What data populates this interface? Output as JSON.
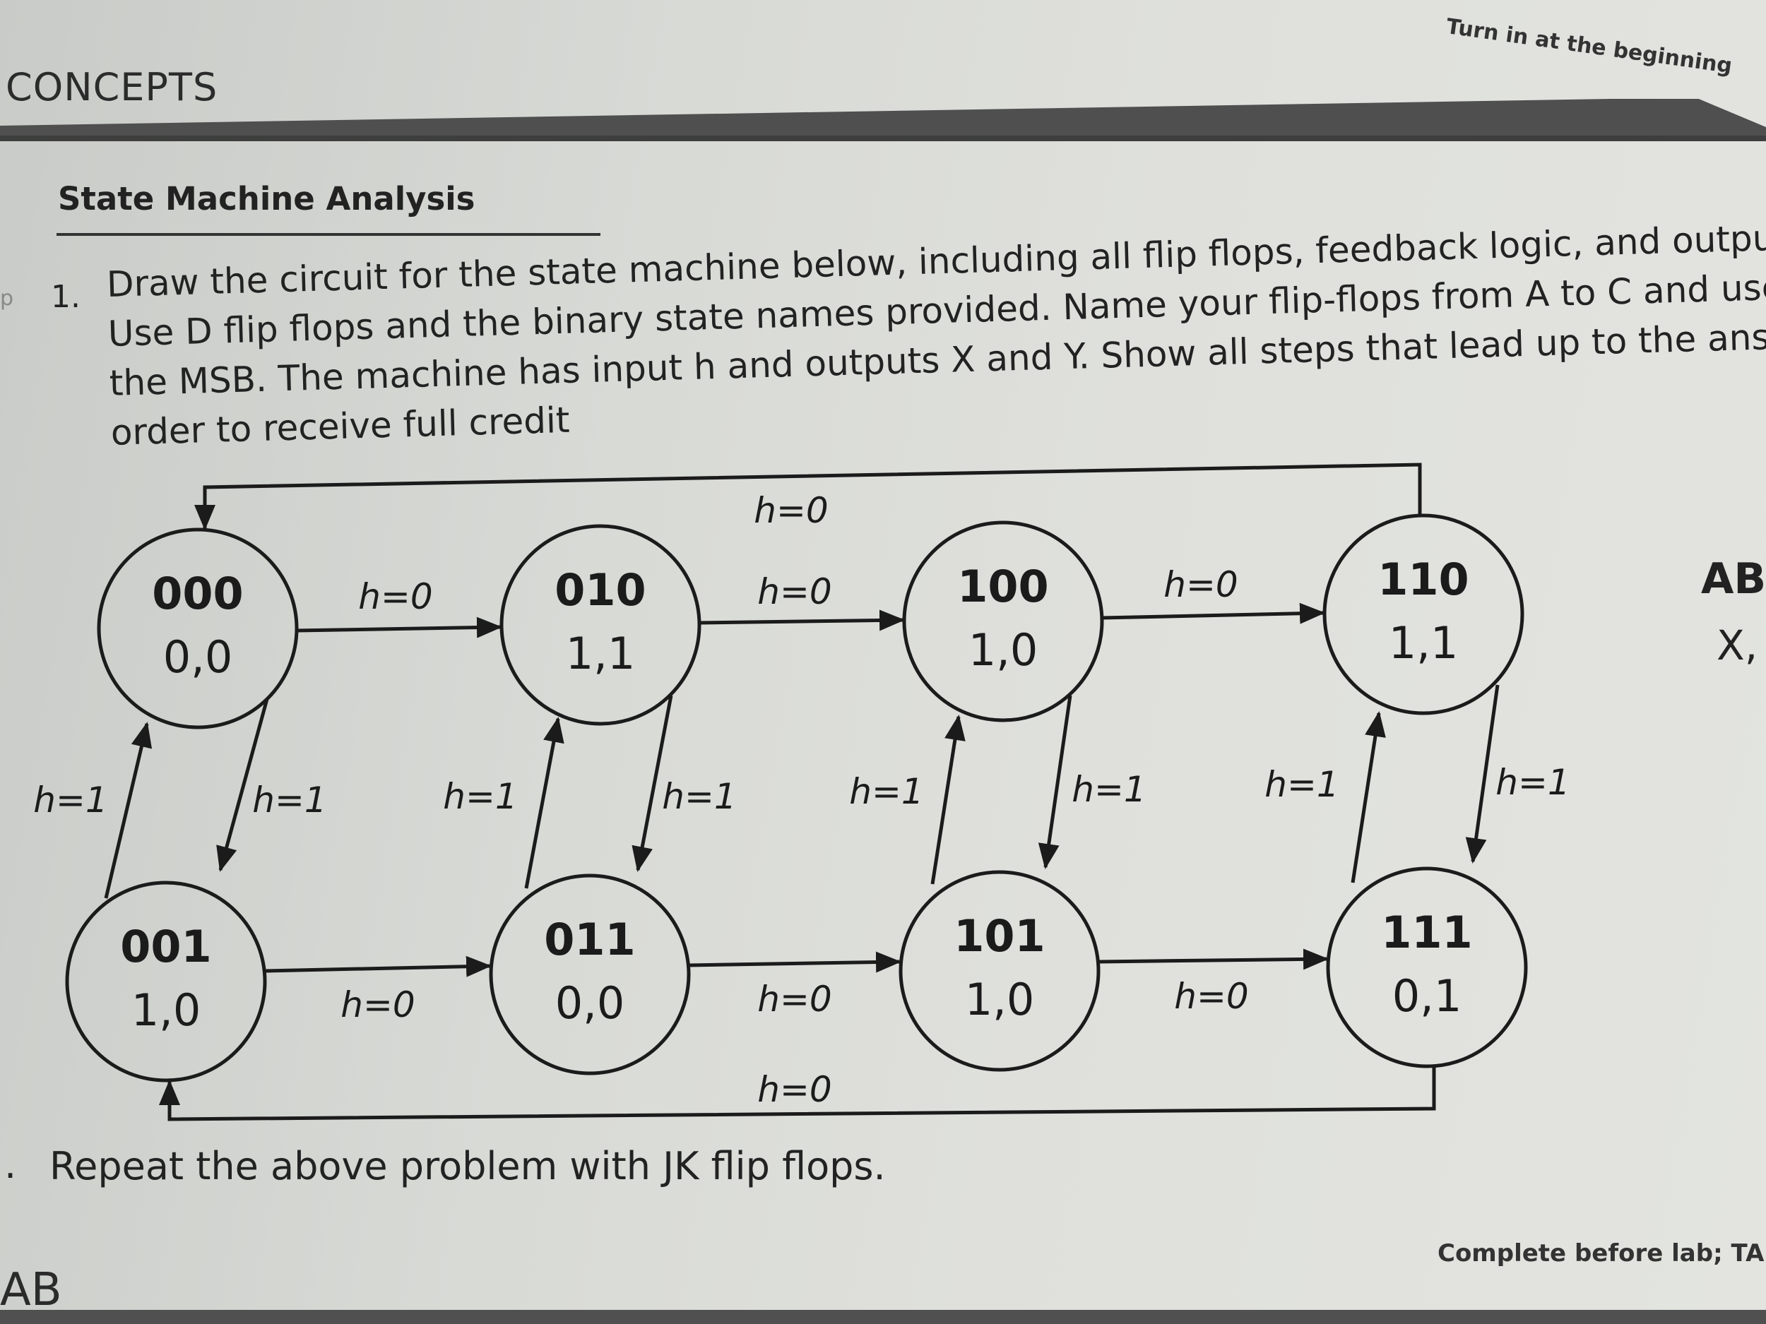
{
  "header": {
    "top_note": "Turn in at the beginning",
    "section": "CONCEPTS"
  },
  "problem": {
    "title": "State Machine Analysis",
    "number": "1.",
    "lines": [
      "Draw the circuit for the state machine below, including all flip flops, feedback logic, and output logic.",
      "Use D flip flops and the binary state names provided.  Name your flip-flops from A to C and use A as",
      "the MSB. The machine has input h and outputs X and Y. Show all steps that lead up to the answer in",
      "order to receive full credit"
    ],
    "followup": "Repeat the above problem with JK flip flops.",
    "followup_marker": "."
  },
  "diagram": {
    "states": [
      {
        "id": "000",
        "name": "000",
        "output": "0,0"
      },
      {
        "id": "010",
        "name": "010",
        "output": "1,1"
      },
      {
        "id": "100",
        "name": "100",
        "output": "1,0"
      },
      {
        "id": "110",
        "name": "110",
        "output": "1,1"
      },
      {
        "id": "001",
        "name": "001",
        "output": "1,0"
      },
      {
        "id": "011",
        "name": "011",
        "output": "0,0"
      },
      {
        "id": "101",
        "name": "101",
        "output": "1,0"
      },
      {
        "id": "111",
        "name": "111",
        "output": "0,1"
      }
    ],
    "transitions": [
      {
        "from": "000",
        "to": "010",
        "label": "h=0"
      },
      {
        "from": "010",
        "to": "100",
        "label": "h=0"
      },
      {
        "from": "100",
        "to": "110",
        "label": "h=0"
      },
      {
        "from": "110",
        "to": "000",
        "label": "h=0"
      },
      {
        "from": "001",
        "to": "011",
        "label": "h=0"
      },
      {
        "from": "011",
        "to": "101",
        "label": "h=0"
      },
      {
        "from": "101",
        "to": "111",
        "label": "h=0"
      },
      {
        "from": "111",
        "to": "001",
        "label": "h=0"
      },
      {
        "from": "000",
        "to": "001",
        "label": "h=1"
      },
      {
        "from": "001",
        "to": "000",
        "label": "h=1"
      },
      {
        "from": "010",
        "to": "011",
        "label": "h=1"
      },
      {
        "from": "011",
        "to": "010",
        "label": "h=1"
      },
      {
        "from": "100",
        "to": "101",
        "label": "h=1"
      },
      {
        "from": "101",
        "to": "100",
        "label": "h=1"
      },
      {
        "from": "110",
        "to": "111",
        "label": "h=1"
      },
      {
        "from": "111",
        "to": "110",
        "label": "h=1"
      }
    ]
  },
  "margin": {
    "left_mark": "p",
    "right_cut_1": "AB",
    "right_cut_2": "X,"
  },
  "footer": {
    "left": "AB",
    "right": "Complete before lab; TA"
  },
  "colors": {
    "band": "#5a5a5a",
    "ink": "#1b1b1b",
    "paper": "#dfe0dc"
  }
}
